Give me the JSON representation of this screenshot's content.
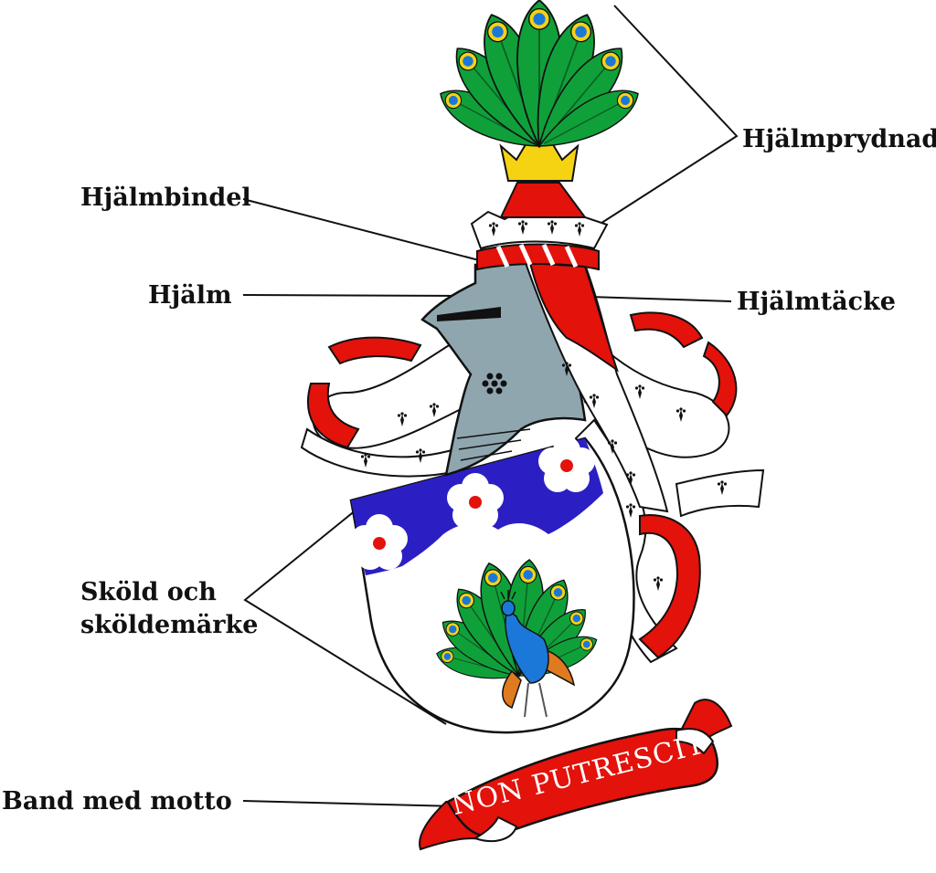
{
  "labels": {
    "crest": "Hjälmprydnad",
    "torse": "Hjälmbindel",
    "helmet": "Hjälm",
    "mantling": "Hjälmtäcke",
    "shield_line1": "Sköld och",
    "shield_line2": "sköldemärke",
    "motto_band": "Band med motto"
  },
  "motto": "NON PUTRESCIT",
  "colors": {
    "gules": "#e3120b",
    "azure": "#2b1fc4",
    "vert": "#10a03a",
    "or": "#f5d312",
    "steel": "#8fa6ae",
    "argent": "#ffffff",
    "peacock_blue": "#1b78d8",
    "peacock_orange": "#e07a1f"
  }
}
